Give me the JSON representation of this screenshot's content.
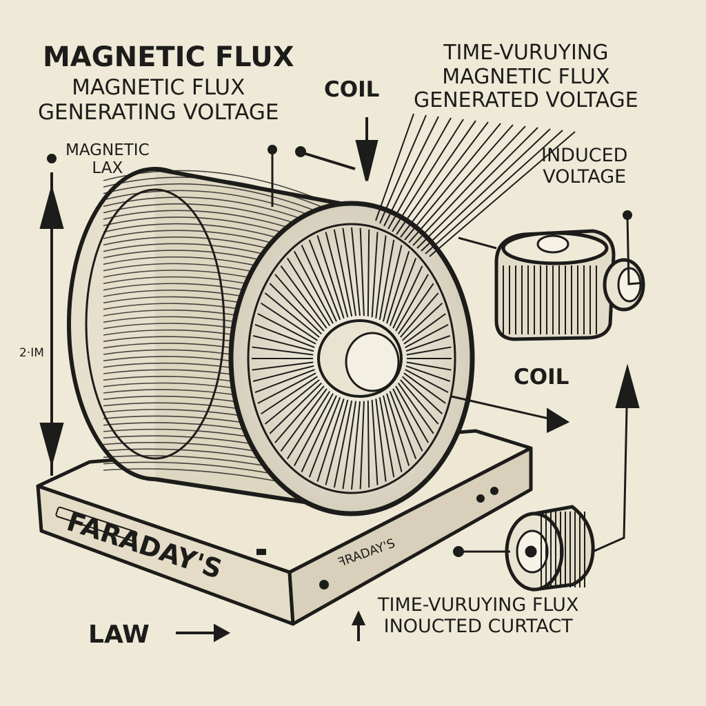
{
  "diagram": {
    "labels": {
      "title_main": "MAGNETIC FLUX",
      "title_line_1": "MAGNETIC FLUX",
      "title_line_2": "GENERATING VOLTAGE",
      "coil_top": "COIL",
      "time_varying_line_1": "TIME-VURUYING",
      "time_varying_line_2": "MAGNETIC FLUX",
      "time_varying_line_3": "GENERATED VOLTAGE",
      "magnetic_lax_line_1": "MAGNETIC",
      "magnetic_lax_line_2": "LAX",
      "induced_line_1": "INDUCED",
      "induced_line_2": "VOLTAGE",
      "dimension": "2·IM",
      "coil_right": "COIL",
      "faradays": "FARADAY'S",
      "base_side": "ꟻRADAY'S",
      "law": "LAW",
      "bottom_line_1": "TIME-VURUYING FLUX",
      "bottom_line_2": "INOUCTED CURTACT"
    },
    "colors": {
      "background": "#efe9d8",
      "ink": "#1c1c1a"
    }
  }
}
